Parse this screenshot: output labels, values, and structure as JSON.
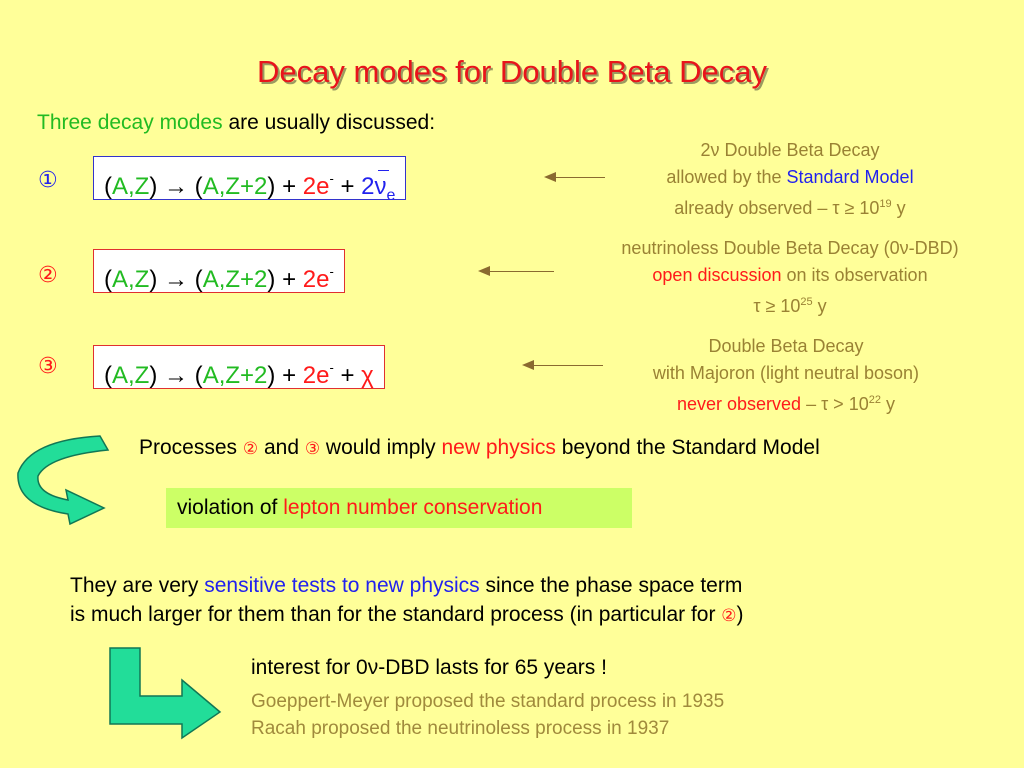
{
  "title": "Decay modes for Double Beta Decay",
  "intro": {
    "highlight": "Three decay modes",
    "rest": " are usually discussed:"
  },
  "modes": [
    {
      "number": "①",
      "number_color": "#2222ee",
      "lhs": "A,Z",
      "arrow": "→",
      "rhs": "A,Z+2",
      "plus": "+",
      "electrons": "2e",
      "charge": "-",
      "extra_plus": "+",
      "extra_coeff": "2",
      "extra_symbol": "ν",
      "extra_sub": "e",
      "box_color": "#3333cc",
      "note": {
        "line1": "2ν Double Beta Decay",
        "line2_pre": "allowed by the ",
        "line2_hl": "Standard Model",
        "line3_pre": "already observed – τ ≥ 10",
        "line3_exp": "19",
        "line3_post": " y"
      }
    },
    {
      "number": "②",
      "number_color": "#ee1111",
      "lhs": "A,Z",
      "arrow": "→",
      "rhs": "A,Z+2",
      "plus": "+",
      "electrons": "2e",
      "charge": "-",
      "box_color": "#e03030",
      "note": {
        "line1": "neutrinoless Double Beta Decay (0ν-DBD)",
        "line2_hl": "open discussion",
        "line2_post": " on its observation",
        "line3_pre": "τ ≥ 10",
        "line3_exp": "25",
        "line3_post": " y"
      }
    },
    {
      "number": "③",
      "number_color": "#ee1111",
      "lhs": "A,Z",
      "arrow": "→",
      "rhs": "A,Z+2",
      "plus": "+",
      "electrons": "2e",
      "charge": "-",
      "extra_plus": "+",
      "extra_symbol": "χ",
      "box_color": "#e03030",
      "note": {
        "line1": "Double Beta Decay",
        "line2": "with Majoron (light neutral boson)",
        "line3_hl": "never observed",
        "line3_pre": " – τ > 10",
        "line3_exp": "22",
        "line3_post": " y"
      }
    }
  ],
  "processes": {
    "pre": "Processes ",
    "c2": "②",
    "and": " and ",
    "c3": "③",
    "mid": " would imply ",
    "hl": "new physics",
    "post": " beyond the Standard Model"
  },
  "violation": {
    "pre": "violation of ",
    "hl": "lepton number conservation"
  },
  "sensitive": {
    "line1_pre": "They are very ",
    "line1_hl": "sensitive tests to new physics",
    "line1_post": " since the phase space term",
    "line2_pre": "is much larger for them than for the standard process (in particular for ",
    "line2_circ": "②",
    "line2_post": ")"
  },
  "interest": "interest for 0ν-DBD  lasts for 65 years !",
  "history": [
    "Goeppert-Meyer proposed the standard process in 1935",
    "Racah proposed the neutrinoless process in 1937"
  ],
  "colors": {
    "background": "#ffff99",
    "title": "#e8141b",
    "green": "#22bb22",
    "red": "#ff1a1a",
    "blue": "#2222ee",
    "note": "#9a8234",
    "arrow_fill": "#22dd99",
    "arrow_stroke": "#117755",
    "highlight_box": "#ccff66"
  }
}
